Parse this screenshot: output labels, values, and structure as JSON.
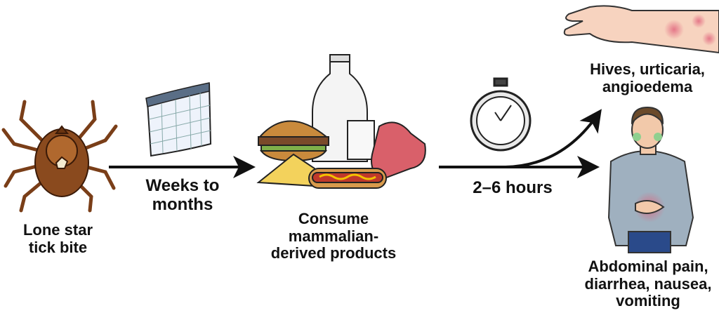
{
  "labels": {
    "tick": [
      "Lone star",
      "tick bite"
    ],
    "delay": [
      "Weeks to",
      "months"
    ],
    "food": [
      "Consume",
      "mammalian-",
      "derived products"
    ],
    "hours": "2–6 hours",
    "hives": [
      "Hives, urticaria,",
      "angioedema"
    ],
    "gi": [
      "Abdominal pain,",
      "diarrhea, nausea,",
      "vomiting"
    ]
  },
  "colors": {
    "tick": "#8a4a1e",
    "arrow": "#111111",
    "hives": "#e06a7a",
    "jacket": "#9fb0bf"
  }
}
